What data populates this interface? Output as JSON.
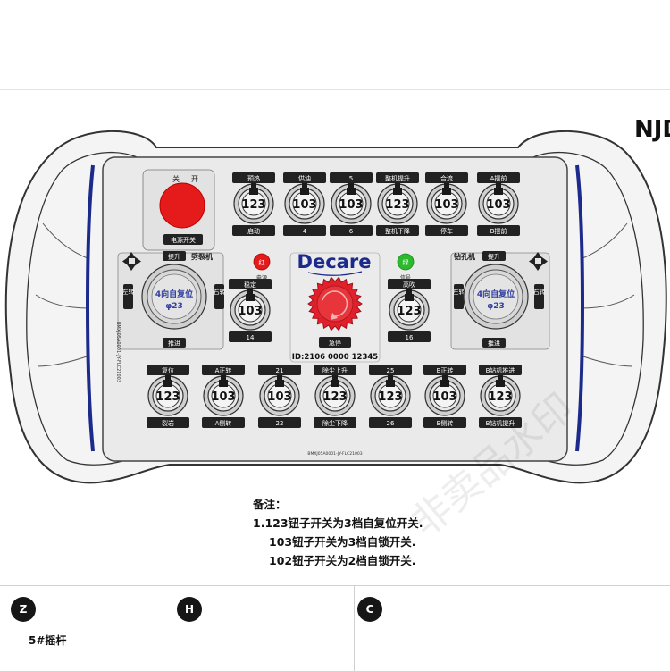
{
  "model_code": "NJD",
  "power": {
    "off_label": "关",
    "on_label": "开",
    "title": "电源开关"
  },
  "top_switches": [
    {
      "top": "预热",
      "type": "123",
      "bottom": "启动"
    },
    {
      "top": "供油",
      "type": "103",
      "bottom": "4"
    },
    {
      "top": "5",
      "type": "103",
      "bottom": "6"
    },
    {
      "top": "整机提升",
      "type": "123",
      "bottom": "整机下降"
    },
    {
      "top": "合流",
      "type": "103",
      "bottom": "停车"
    },
    {
      "top": "A摆前",
      "type": "103",
      "bottom": "B摆前"
    }
  ],
  "left_joystick": {
    "title": "劈裂机",
    "top_label": "提升",
    "left_label": "左转",
    "right_label": "右转",
    "bottom_label": "推进",
    "line1": "4向自复位",
    "line2": "φ23"
  },
  "right_joystick": {
    "title": "钻孔机",
    "top_label": "提升",
    "left_label": "左转",
    "right_label": "右转",
    "bottom_label": "推进",
    "line1": "4向自复位",
    "line2": "φ23"
  },
  "left_mid_switch": {
    "top": "稳定",
    "type": "103",
    "bottom": "14"
  },
  "right_mid_switch": {
    "top": "高吹",
    "type": "123",
    "bottom": "16"
  },
  "red_indicator": {
    "glyph": "红",
    "label": "电源"
  },
  "green_indicator": {
    "glyph": "绿",
    "label": "信号"
  },
  "brand": "Decare",
  "device_id": "ID:2106 0000 12345",
  "estop": {
    "label": "急停"
  },
  "bottom_switches": [
    {
      "top": "复位",
      "type": "123",
      "bottom": "裂岩"
    },
    {
      "top": "A正转",
      "type": "103",
      "bottom": "A侧转"
    },
    {
      "top": "21",
      "type": "103",
      "bottom": "22"
    },
    {
      "top": "除尘上升",
      "type": "123",
      "bottom": "除尘下降"
    },
    {
      "top": "25",
      "type": "123",
      "bottom": "26"
    },
    {
      "top": "B正转",
      "type": "103",
      "bottom": "B侧转"
    },
    {
      "top": "B钻机推进",
      "type": "123",
      "bottom": "B钻机提升"
    }
  ],
  "panel_code_side": "BMXJ05A0001-JY-FLC21003",
  "panel_code_bottom": "BMXJ05A0001-JY-FLC21003",
  "notes": {
    "title": "备注：",
    "line1": "1.123钮子开关为3档自复位开关.",
    "line2": "103钮子开关为3档自锁开关.",
    "line3": "102钮子开关为2档自锁开关."
  },
  "bottom_cells": [
    {
      "badge": "Z",
      "text": "5#摇杆"
    },
    {
      "badge": "H",
      "text": ""
    },
    {
      "badge": "C",
      "text": ""
    }
  ],
  "watermark": "非卖品水印",
  "colors": {
    "estop_red": "#e0202a",
    "power_red": "#e51a1a",
    "indicator_green": "#2eb82e",
    "handle_blue": "#1c2a8c",
    "joystick_text": "#3340a0"
  }
}
